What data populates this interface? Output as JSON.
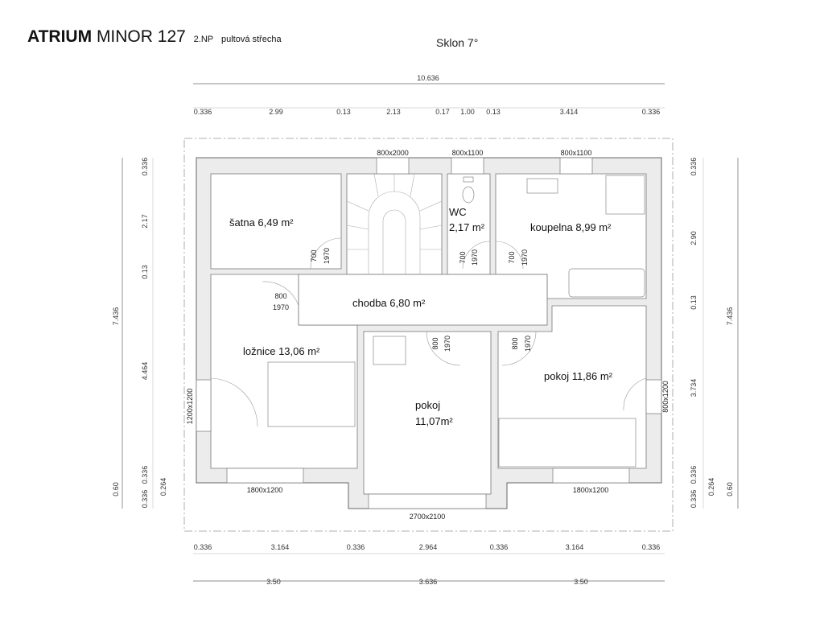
{
  "header": {
    "brand_bold": "ATRIUM",
    "brand_rest": "MINOR 127",
    "floor": "2.NP",
    "roof": "pultová střecha",
    "slope": "Sklon 7°"
  },
  "rooms": {
    "satna": "šatna 6,49 m²",
    "wc_name": "WC",
    "wc_area": "2,17 m²",
    "koupelna": "koupelna 8,99 m²",
    "chodba": "chodba 6,80 m²",
    "loznice": "ložnice 13,06 m²",
    "pokoj_c_name": "pokoj",
    "pokoj_c_area": "11,07m²",
    "pokoj_r": "pokoj 11,86 m²"
  },
  "windows": {
    "top_stairs": "800x2000",
    "top_wc": "800x1100",
    "top_bath": "800x1100",
    "bottom_left": "1800x1200",
    "bottom_center": "2700x2100",
    "bottom_right": "1800x1200",
    "left": "1200x1200",
    "right": "800x1200"
  },
  "doors": {
    "satna_w": "700",
    "satna_h": "1970",
    "wc_w": "700",
    "wc_h": "1970",
    "bath_w": "700",
    "bath_h": "1970",
    "loznice_w": "800",
    "loznice_h": "1970",
    "pokoj_c_w": "800",
    "pokoj_c_h": "1970",
    "pokoj_r_w": "800",
    "pokoj_r_h": "1970"
  },
  "dimensions": {
    "top_total": "10.636",
    "top": [
      "0.336",
      "2.99",
      "0.13",
      "2.13",
      "0.17",
      "1.00",
      "0.13",
      "3.414",
      "0.336"
    ],
    "bottom": [
      "0.336",
      "3.164",
      "0.336",
      "2.964",
      "0.336",
      "3.164",
      "0.336"
    ],
    "bottom_totals": [
      "3.50",
      "3.636",
      "3.50"
    ],
    "left_total": "7.436",
    "left": [
      "0.336",
      "2.17",
      "0.13",
      "4.464",
      "0.336",
      "0.264",
      "0.336"
    ],
    "left_offset": "0.60",
    "right_total": "7.436",
    "right": [
      "0.336",
      "2.90",
      "0.13",
      "3.734",
      "0.336",
      "0.264",
      "0.336"
    ],
    "right_offset": "0.60"
  }
}
